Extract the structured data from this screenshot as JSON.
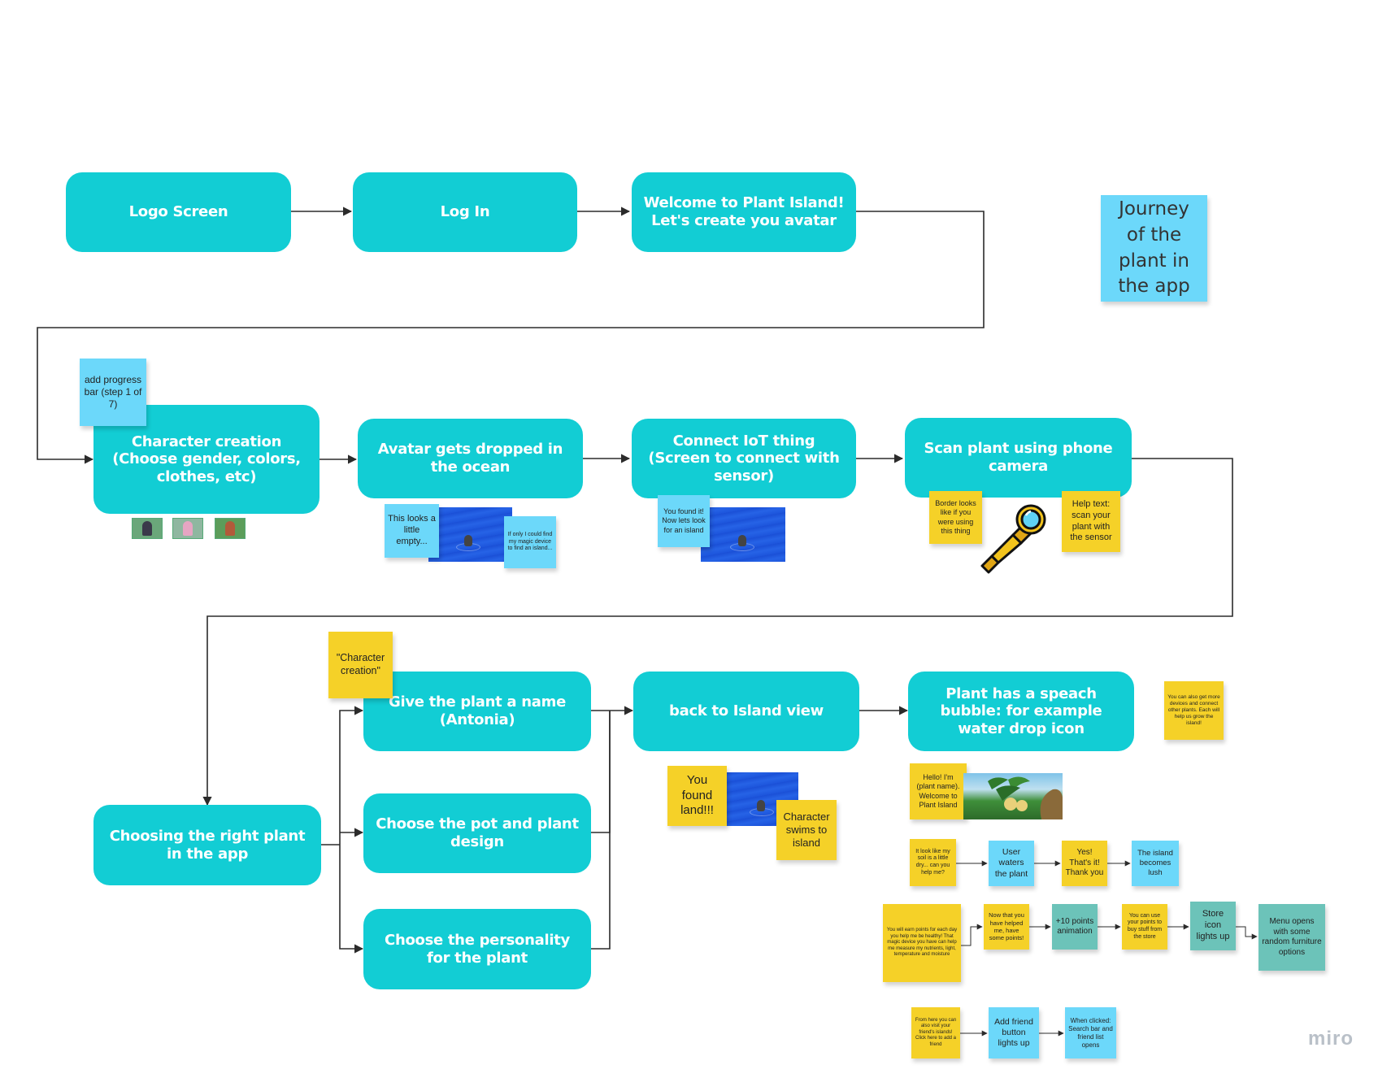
{
  "title": "Journey of the plant in the app",
  "nodes": {
    "logo": "Logo Screen",
    "login": "Log In",
    "welcome": "Welcome to Plant Island! Let's create you avatar",
    "character": "Character creation (Choose gender, colors, clothes, etc)",
    "ocean": "Avatar gets dropped in the ocean",
    "iot": "Connect IoT thing (Screen to connect with sensor)",
    "scan": "Scan plant using phone camera",
    "choosing": "Choosing the right plant in the app",
    "name": "Give the plant a name (Antonia)",
    "pot": "Choose the pot and plant design",
    "personality": "Choose the personality for the plant",
    "island": "back to Island view",
    "bubble": "Plant has a speach bubble: for example water drop icon"
  },
  "notes": {
    "progress": "add progress bar (step 1 of 7)",
    "empty": "This looks a little empty...",
    "magic": "If only I could find my magic device to find an island...",
    "found_it": "You found it! Now lets look for an island",
    "border": "Border looks like if you were using this thing",
    "help": "Help text: scan your plant with the sensor",
    "char_creation": "\"Character creation\"",
    "found_land": "You found land!!!",
    "swims": "Character swims to island",
    "devices": "You can also get more devices and connect other plants. Each will help us grow the island!",
    "hello": "Hello! I'm (plant name). Welcome to Plant Island",
    "dry": "It look like my soil is a little dry... can you help me?",
    "waters": "User waters the plant",
    "thanks": "Yes! That's it! Thank you",
    "lush": "The island becomes lush",
    "earn": "You will earn points for each day you help me be healthy! That magic device you have can help me measure my nutrients, light, temperature and moisture",
    "helped": "Now that you have helped me, have some points!",
    "points": "+10 points animation",
    "use_points": "You can use your points to buy stuff from the store",
    "store": "Store icon lights up",
    "menu": "Menu opens with some random furniture options",
    "visit": "From here you can also visit your friend's islands! Click here to add a friend",
    "add_friend": "Add friend button lights up",
    "search": "When clicked: Search bar and friend list opens"
  },
  "brand": "miro",
  "colors": {
    "node": "#12cdd4",
    "sticky_yellow": "#f5d128",
    "sticky_blue": "#6cd8fa",
    "sticky_teal": "#6cc3b9",
    "connector": "#2b2b2b"
  },
  "icons": [
    "spyglass-icon",
    "avatar-sprite",
    "ocean-image",
    "island-image"
  ]
}
